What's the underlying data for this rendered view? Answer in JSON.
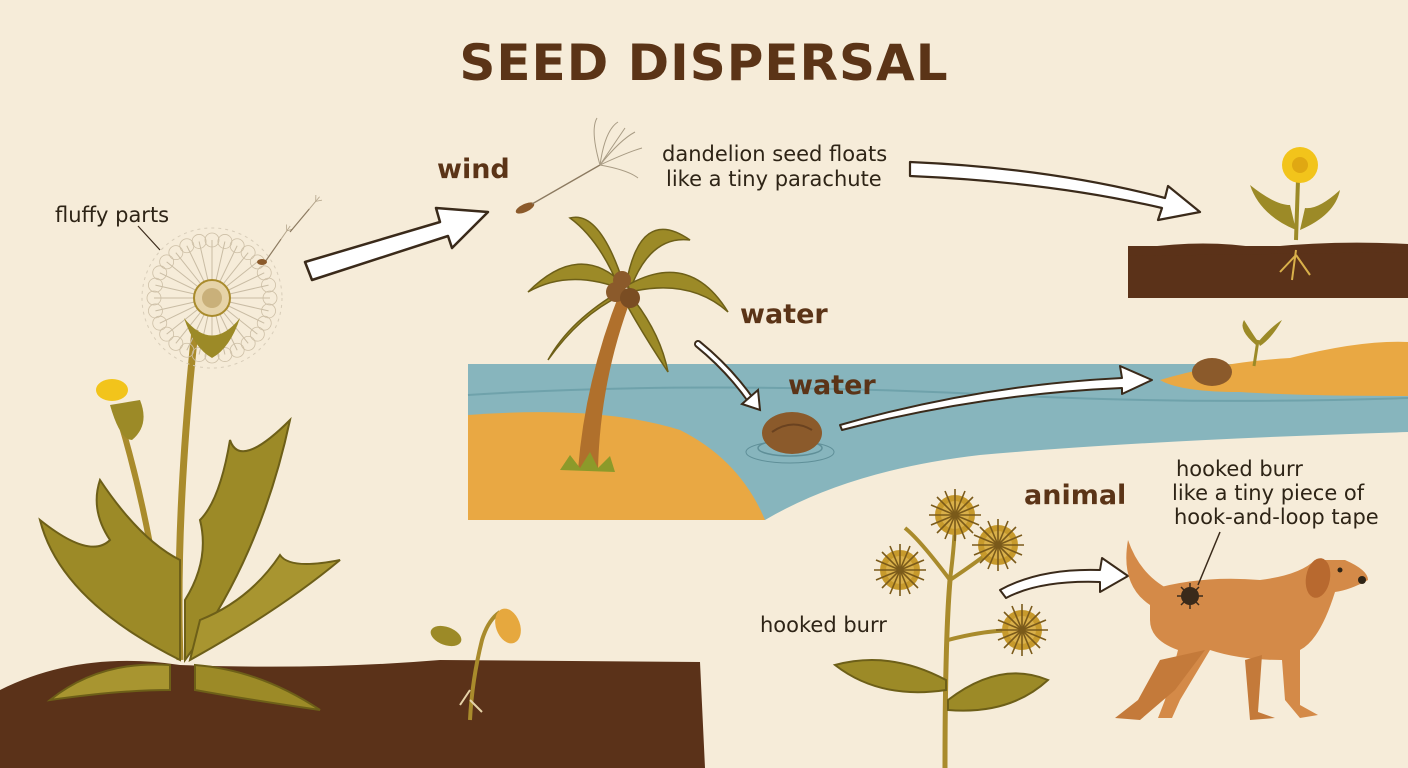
{
  "title": "SEED DISPERSAL",
  "labels": {
    "fluffy_parts": "fluffy parts",
    "wind": "wind",
    "dandelion_caption": [
      "dandelion seed floats",
      "like a tiny parachute"
    ],
    "water_top": "water",
    "water_river": "water",
    "animal": "animal",
    "burr_plant": "hooked burr",
    "burr_caption": [
      "hooked burr",
      "like a tiny piece of",
      "hook-and-loop tape"
    ]
  },
  "colors": {
    "background": "#f6ecd9",
    "soil": "#5b3219",
    "leaf": "#9c8a27",
    "water": "#87b5bd",
    "sand": "#e9a843",
    "flower": "#f2c41b",
    "dog": "#d48a48",
    "burr": "#c79a2c"
  }
}
